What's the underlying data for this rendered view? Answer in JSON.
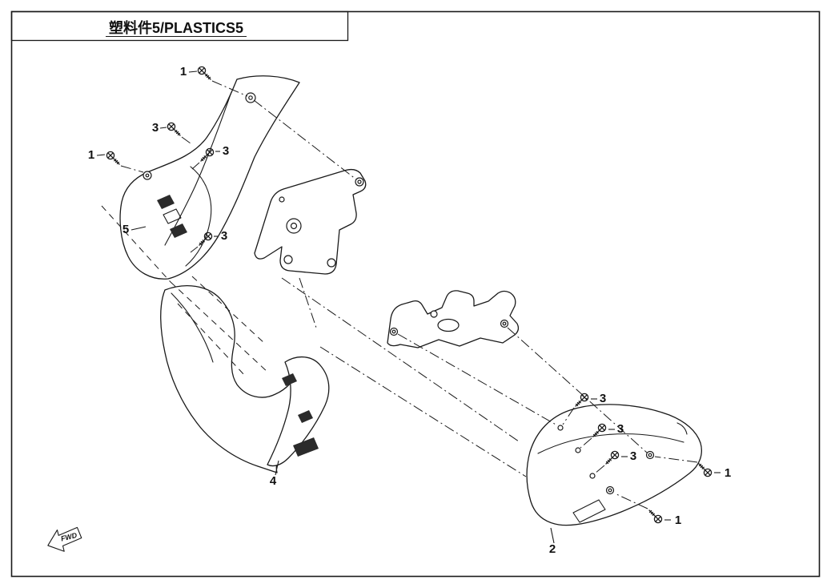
{
  "title_block": {
    "text": "塑料件5/PLASTICS5"
  },
  "direction_indicator": {
    "label": "FWD"
  },
  "colors": {
    "ink": "#1a1a1a",
    "background": "#ffffff"
  },
  "callouts": [
    {
      "id": "screw-top",
      "label": "1"
    },
    {
      "id": "screw-left",
      "label": "1"
    },
    {
      "id": "screw-upper-a",
      "label": "3"
    },
    {
      "id": "screw-upper-b",
      "label": "3"
    },
    {
      "id": "screw-upper-c",
      "label": "3"
    },
    {
      "id": "part-side-panel",
      "label": "5"
    },
    {
      "id": "part-center-panel",
      "label": "4"
    },
    {
      "id": "part-lower-panel",
      "label": "2"
    },
    {
      "id": "screw-right-a",
      "label": "3"
    },
    {
      "id": "screw-right-b",
      "label": "3"
    },
    {
      "id": "screw-right-c",
      "label": "3"
    },
    {
      "id": "screw-right-upper",
      "label": "1"
    },
    {
      "id": "screw-right-lower",
      "label": "1"
    }
  ]
}
